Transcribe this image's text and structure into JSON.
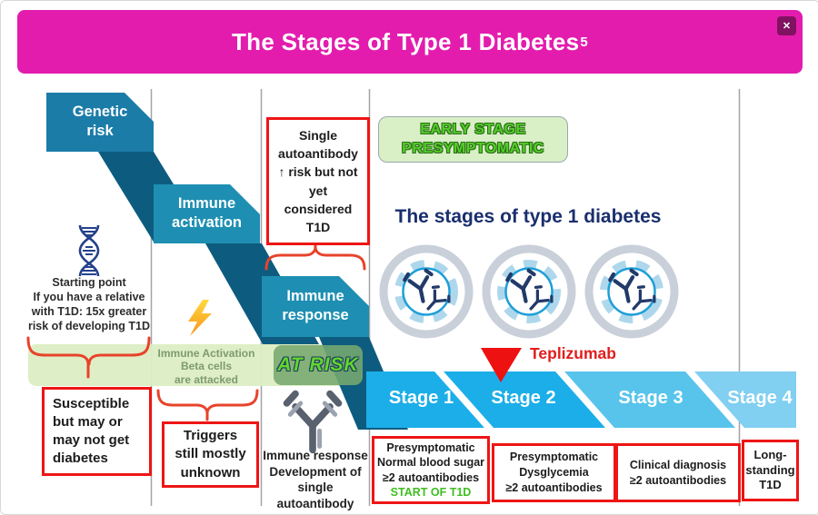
{
  "window": {
    "title": "The Stages of Type 1 Diabetes",
    "title_superscript": "5",
    "close": "✕"
  },
  "colors": {
    "banner_magenta": "#e31cae",
    "step_teal": "#1b87ab",
    "step_dark_teal": "#0d5c80",
    "stage1_blue": "#1caee8",
    "stage2_blue": "#1caee8",
    "stage3_blue": "#58c4ec",
    "stage4_blue": "#81cff1",
    "callout_border_red": "#ee1515",
    "band_green": "#dcedc3",
    "at_risk_box_green": "#76a96e",
    "highlight_green": "#3fbf1f",
    "heading_navy": "#1a2f6d",
    "teplizumab_red": "#e11d1d"
  },
  "staircase": {
    "steps": [
      {
        "line1": "Genetic",
        "line2": "risk"
      },
      {
        "line1": "Immune",
        "line2": "activation"
      },
      {
        "line1": "Immune",
        "line2": "response"
      }
    ]
  },
  "left_column": {
    "starting_point": [
      "Starting point",
      "If you have a relative",
      "with T1D: 15x greater",
      "risk of developing T1D"
    ],
    "susceptible_box": [
      "Susceptible",
      "but may or",
      "may not get",
      "diabetes"
    ]
  },
  "middle_column": {
    "band_text": [
      "Immune Activation",
      "Beta cells",
      "are attacked"
    ],
    "triggers_box": [
      "Triggers",
      "still mostly",
      "unknown"
    ]
  },
  "right_column": {
    "single_autoantibody_box": [
      "Single",
      "autoantibody",
      "↑ risk but not",
      "yet",
      "considered",
      "T1D"
    ],
    "at_risk": "AT RISK",
    "immune_response_dev": [
      "Immune response",
      "Development of",
      "single autoantibody"
    ]
  },
  "stages_section": {
    "early_stage_pill": [
      "EARLY STAGE",
      "PRESYMPTOMATIC"
    ],
    "heading": "The stages of type 1 diabetes",
    "teplizumab": "Teplizumab",
    "stages": [
      "Stage 1",
      "Stage 2",
      "Stage 3",
      "Stage 4"
    ],
    "stage_boxes": {
      "stage1": {
        "lines": [
          "Presymptomatic",
          "Normal blood sugar",
          "≥2 autoantibodies"
        ],
        "highlight": "START OF T1D"
      },
      "stage2": {
        "lines": [
          "Presymptomatic",
          "Dysglycemia",
          "≥2 autoantibodies"
        ]
      },
      "stage3": {
        "lines": [
          "Clinical diagnosis",
          "≥2 autoantibodies"
        ]
      },
      "stage4": {
        "lines": [
          "Long-",
          "standing",
          "T1D"
        ]
      }
    }
  }
}
